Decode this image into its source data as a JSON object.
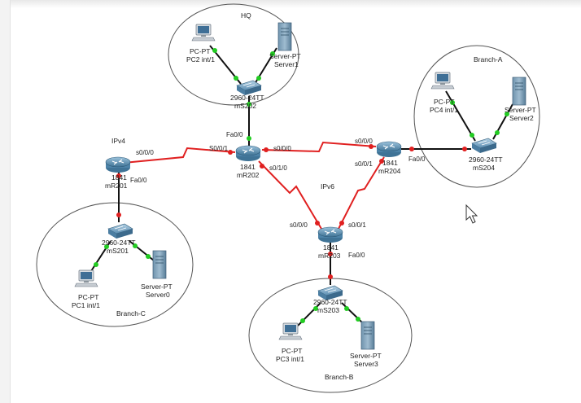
{
  "colors": {
    "serial": "#e02020",
    "ethernet": "#111111",
    "up_dot": "#22cc22",
    "down_dot": "#e02020",
    "router_body": "#5a8fb3",
    "switch_body": "#6f9fc0",
    "area_stroke": "#555555"
  },
  "areas": [
    {
      "id": "hq",
      "label": "HQ"
    },
    {
      "id": "branch-a",
      "label": "Branch-A"
    },
    {
      "id": "branch-b",
      "label": "Branch-B"
    },
    {
      "id": "branch-c",
      "label": "Branch-C"
    }
  ],
  "notes": {
    "ipv4": "IPv4",
    "ipv6": "IPv6"
  },
  "routers": [
    {
      "id": "r202",
      "model": "1841",
      "name": "mR202"
    },
    {
      "id": "r201",
      "model": "1841",
      "name": "mR201"
    },
    {
      "id": "r204",
      "model": "1841",
      "name": "mR204"
    },
    {
      "id": "r203",
      "model": "1841",
      "name": "mR203"
    }
  ],
  "switches": [
    {
      "id": "s202",
      "model": "2960-24TT",
      "name": "mS202"
    },
    {
      "id": "s201",
      "model": "2960-24TT",
      "name": "mS201"
    },
    {
      "id": "s204",
      "model": "2960-24TT",
      "name": "mS204"
    },
    {
      "id": "s203",
      "model": "2960-24TT",
      "name": "mS203"
    }
  ],
  "pcs": [
    {
      "id": "pc2",
      "type": "PC-PT",
      "name": "PC2 int/1"
    },
    {
      "id": "pc4",
      "type": "PC-PT",
      "name": "PC4 int/1"
    },
    {
      "id": "pc1",
      "type": "PC-PT",
      "name": "PC1 int/1"
    },
    {
      "id": "pc3",
      "type": "PC-PT",
      "name": "PC3 int/1"
    }
  ],
  "servers": [
    {
      "id": "srv1",
      "type": "Server-PT",
      "name": "Server1"
    },
    {
      "id": "srv2",
      "type": "Server-PT",
      "name": "Server2"
    },
    {
      "id": "srv0",
      "type": "Server-PT",
      "name": "Server0"
    },
    {
      "id": "srv3",
      "type": "Server-PT",
      "name": "Server3"
    }
  ],
  "ports": {
    "r202_fa": "Fa0/0",
    "r202_s001": "S0/0/1",
    "r202_s000": "s0/0/0",
    "r202_s010": "s0/1/0",
    "r201_s000": "s0/0/0",
    "r201_fa": "Fa0/0",
    "r204_s000": "s0/0/0",
    "r204_s001": "s0/0/1",
    "r204_fa": "Fa0/0",
    "r203_s000": "s0/0/0",
    "r203_s001": "s0/0/1",
    "r203_fa": "Fa0/0"
  }
}
